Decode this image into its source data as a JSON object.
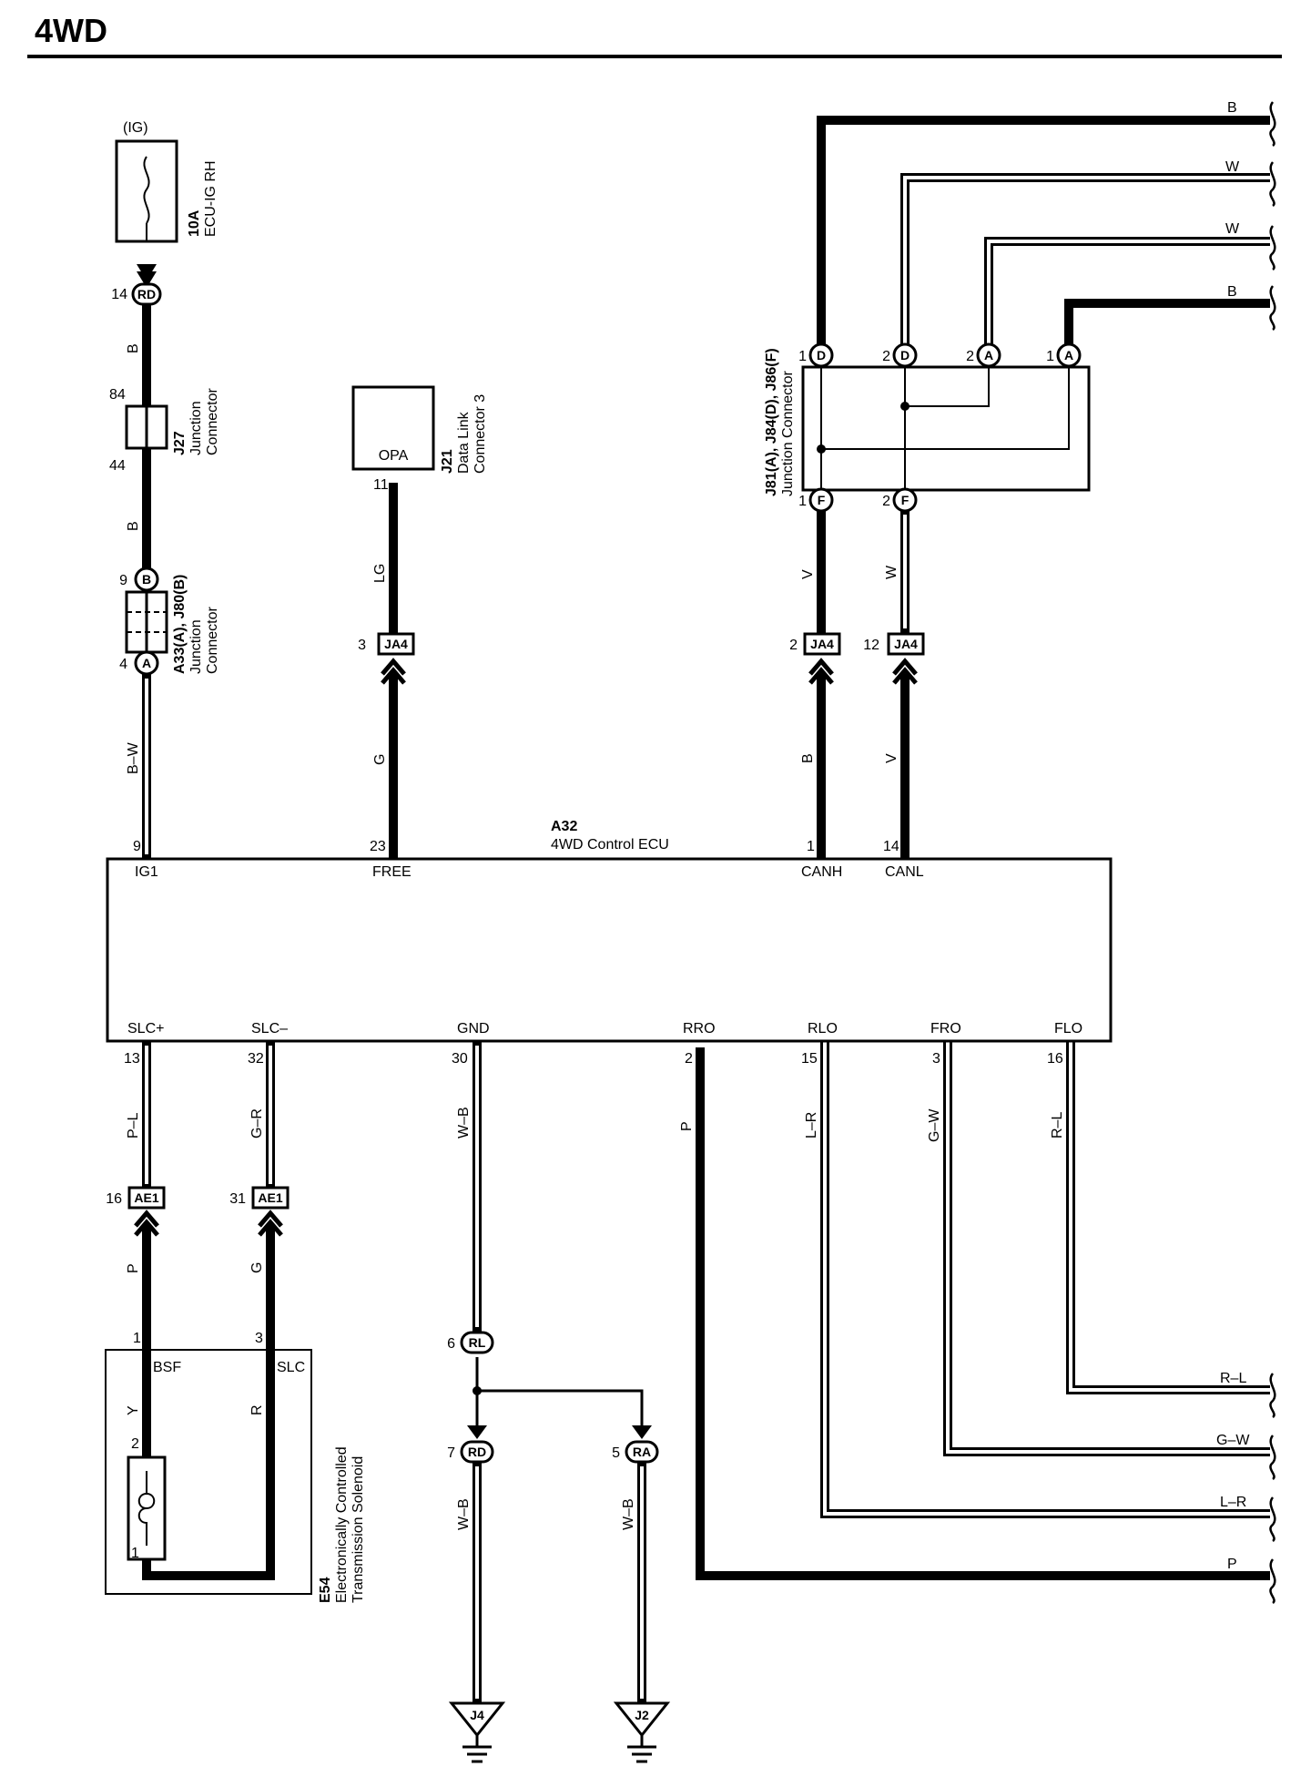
{
  "page": {
    "title": "4WD"
  },
  "fuse": {
    "source": "(IG)",
    "rating": "10A",
    "name": "ECU-IG RH"
  },
  "connector_badges": {
    "rd_top": "RD",
    "j27_b": "B",
    "j27_a": "A",
    "ja4": "JA4",
    "d": "D",
    "a": "A",
    "f": "F",
    "ae1": "AE1",
    "rl": "RL",
    "rd_bottom": "RD",
    "ra": "RA"
  },
  "pins": {
    "rd_top": "14",
    "j27_in": "84",
    "j27_out": "44",
    "a33_b": "9",
    "a33_a": "4",
    "ecu_ig1": "9",
    "j21_opa": "11",
    "ja4_lg": "3",
    "ecu_free": "23",
    "jc_d1": "1",
    "jc_d2": "2",
    "jc_a2": "2",
    "jc_a1": "1",
    "jc_f1": "1",
    "jc_f2": "2",
    "ja4_canh": "2",
    "ja4_canl": "12",
    "ecu_canh": "1",
    "ecu_canl": "14",
    "ecu_slcp": "13",
    "ecu_slcm": "32",
    "ecu_gnd": "30",
    "ecu_rro": "2",
    "ecu_rlo": "15",
    "ecu_fro": "3",
    "ecu_flo": "16",
    "ae1_pl": "16",
    "ae1_gr": "31",
    "e54_bsf": "1",
    "e54_slc": "3",
    "e54_coil_top": "2",
    "e54_coil_bottom": "1",
    "rl": "6",
    "rd_bottom": "7",
    "ra": "5"
  },
  "wire_colors": {
    "ig_b1": "B",
    "ig_b2": "B",
    "ig_bw": "B–W",
    "dlc_lg": "LG",
    "dlc_g": "G",
    "canh_v": "V",
    "canl_w": "W",
    "canh_b": "B",
    "canl_v": "V",
    "out_b1": "B",
    "out_w1": "W",
    "out_w2": "W",
    "out_b2": "B",
    "slcp_pl": "P–L",
    "slcm_gr": "G–R",
    "gnd_wb": "W–B",
    "rro_p": "P",
    "rlo_lr": "L–R",
    "fro_gw": "G–W",
    "flo_rl": "R–L",
    "sol_p": "P",
    "sol_g": "G",
    "sol_y": "Y",
    "sol_r": "R",
    "gnd_wb_j4": "W–B",
    "gnd_wb_j2": "W–B",
    "out_rl": "R–L",
    "out_gw": "G–W",
    "out_lr": "L–R",
    "out_p": "P"
  },
  "components": {
    "j27": {
      "code": "J27",
      "l1": "Junction",
      "l2": "Connector"
    },
    "a33": {
      "code": "A33(A), J80(B)",
      "l1": "Junction",
      "l2": "Connector"
    },
    "j21": {
      "pin_label": "OPA",
      "code": "J21",
      "l1": "Data Link",
      "l2": "Connector 3"
    },
    "junction": {
      "code": "J81(A), J84(D), J86(F)",
      "l1": "Junction Connector"
    },
    "ecu": {
      "code": "A32",
      "name": "4WD Control ECU",
      "ig1": "IG1",
      "free": "FREE",
      "canh": "CANH",
      "canl": "CANL",
      "slcp": "SLC+",
      "slcm": "SLC–",
      "gnd": "GND",
      "rro": "RRO",
      "rlo": "RLO",
      "fro": "FRO",
      "flo": "FLO"
    },
    "e54": {
      "bsf": "BSF",
      "slc": "SLC",
      "code": "E54",
      "l1": "Electronically Controlled",
      "l2": "Transmission Solenoid"
    },
    "grounds": {
      "j4": "J4",
      "j2": "J2"
    }
  }
}
